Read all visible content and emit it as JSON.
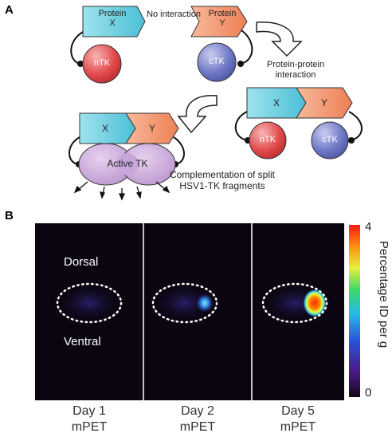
{
  "panels": {
    "a": {
      "letter": "A",
      "protein_x_top": "Protein",
      "protein_x_bottom": "X",
      "protein_y_top": "Protein",
      "protein_y_bottom": "Y",
      "no_interaction": "No interaction",
      "ntk": "nTK",
      "ctk": "cTK",
      "ppi_line1": "Protein-protein",
      "ppi_line2": "interaction",
      "x": "X",
      "y": "Y",
      "ntk2": "nTK",
      "ctk2": "cTK",
      "x3": "X",
      "y3": "Y",
      "active_tk": "Active TK",
      "complementation_line1": "Complementation of split",
      "complementation_line2": "HSV1-TK fragments"
    },
    "b": {
      "letter": "B",
      "dorsal": "Dorsal",
      "ventral": "Ventral",
      "colorbar_max": "4",
      "colorbar_min": "0",
      "colorbar_label": "Percentage ID per g",
      "day1": "Day 1",
      "day1_mode": "mPET",
      "day2": "Day 2",
      "day2_mode": "mPET",
      "day5": "Day 5",
      "day5_mode": "mPET"
    }
  },
  "colors": {
    "protein_x": "#7fd3e3",
    "protein_y": "#f4a07a",
    "ntk": "#e0494b",
    "ctk": "#6f78c4",
    "active_tk": "#c7a3d6",
    "scan_background": "#0a0510"
  }
}
